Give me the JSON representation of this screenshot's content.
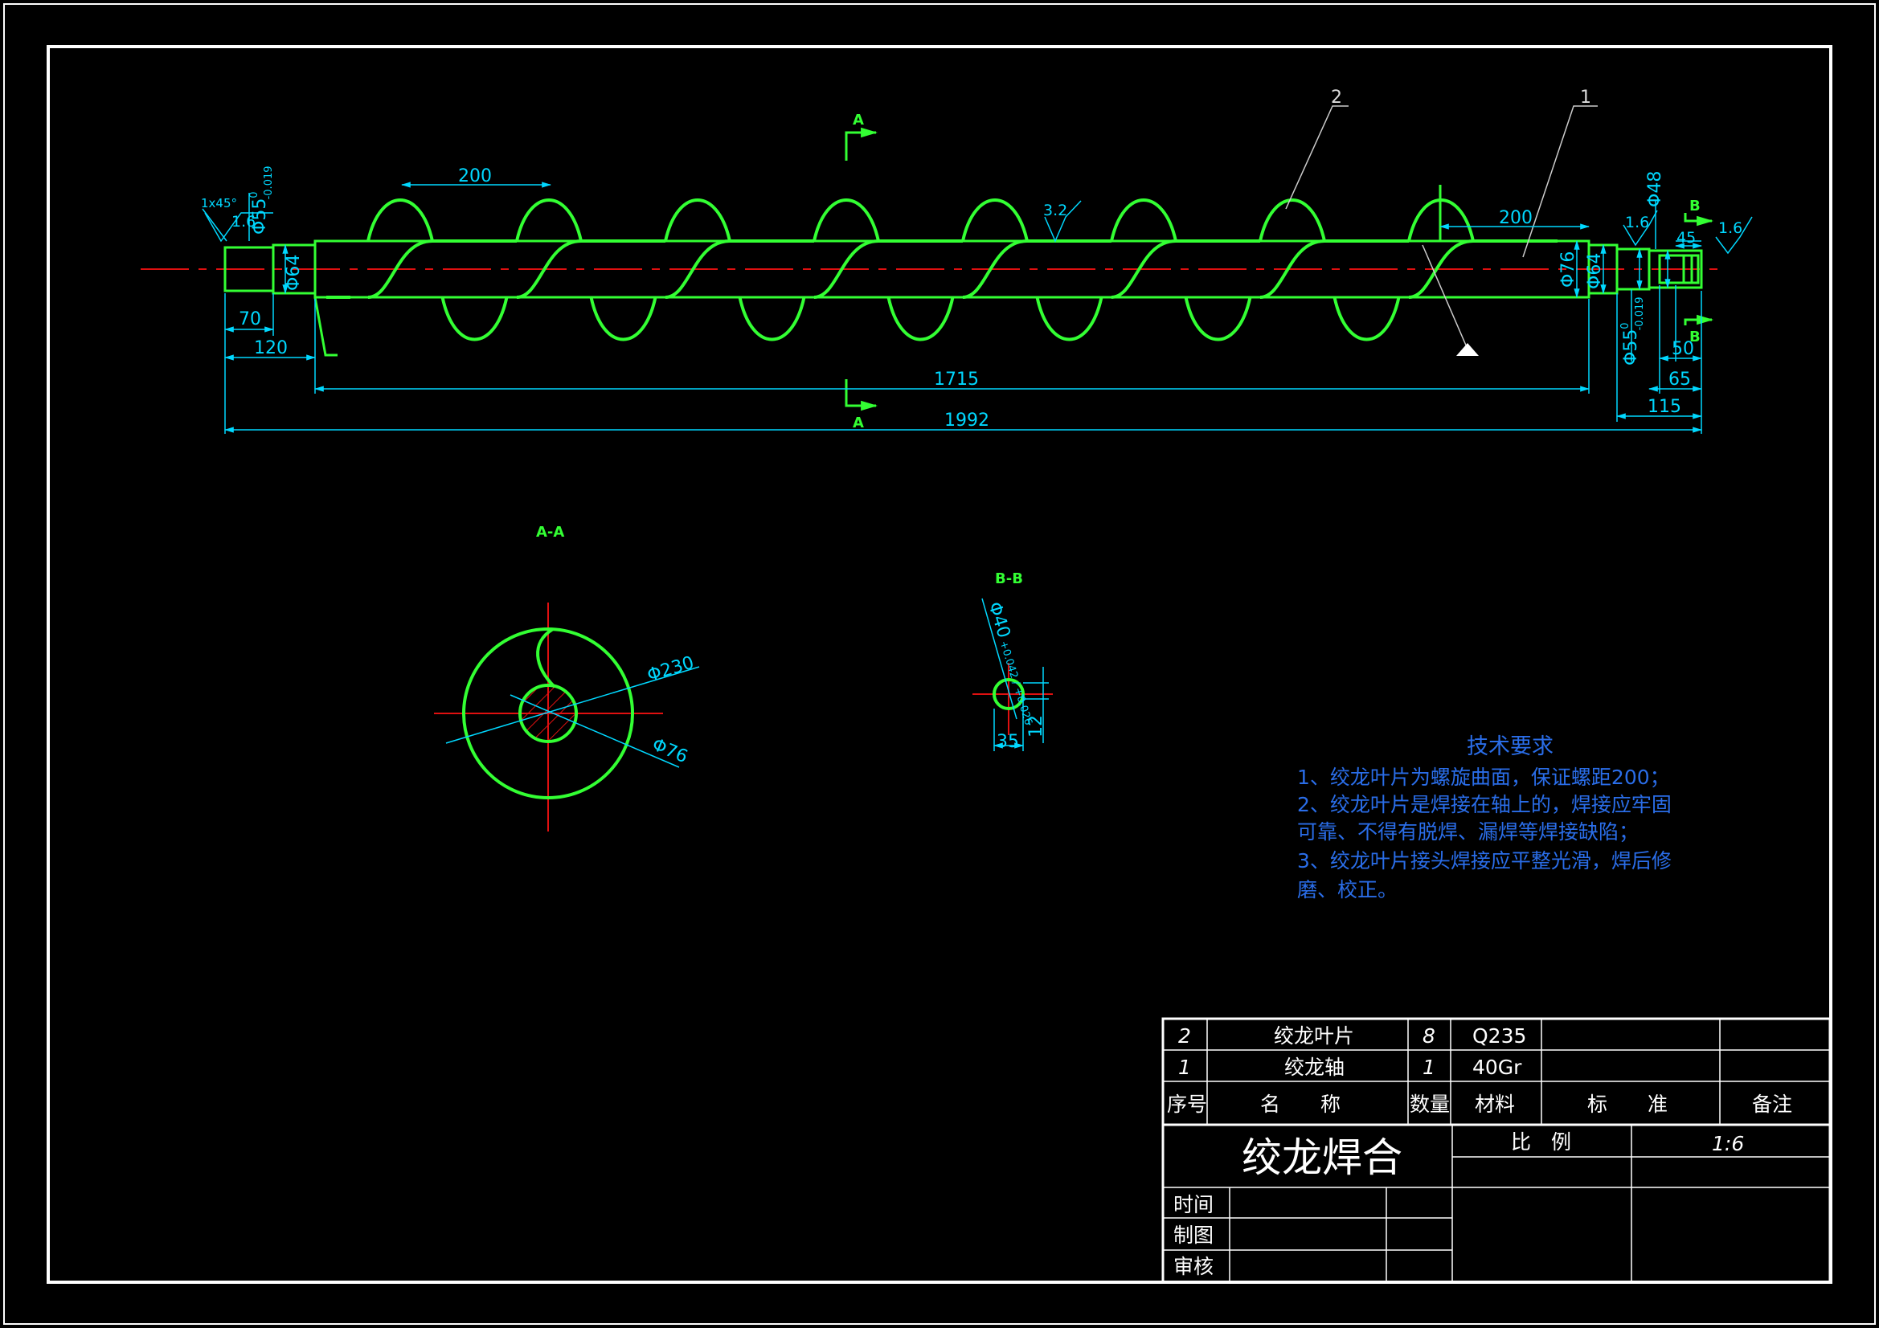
{
  "views": {
    "main": {
      "balloons": [
        "2",
        "1"
      ],
      "section_marker": "A",
      "section_marker_b": "B",
      "dimensions": {
        "chamfer": "1x45°",
        "rough_left": "1.6",
        "dia_left": "Φ55",
        "tol_left_up": "0",
        "tol_left_lo": "-0.019",
        "dia64_left": "Φ64",
        "pitch": "200",
        "rough_mid": "3.2",
        "len70": "70",
        "len120": "120",
        "len1715": "1715",
        "len1992": "1992",
        "len200_right": "200",
        "dia76": "Φ76",
        "dia64_right": "Φ64",
        "dia55_right": "Φ55",
        "tol_right_up": "0",
        "tol_right_lo": "-0.019",
        "dia48": "Φ48",
        "rough_right1": "1.6",
        "rough_right2": "1.6",
        "len45": "45",
        "len50": "50",
        "len65": "65",
        "len115": "115"
      }
    },
    "section_aa": {
      "title": "A-A",
      "outer_dia": "Φ230",
      "shaft_dia": "Φ76"
    },
    "section_bb": {
      "title": "B-B",
      "hole_dia": "Φ40",
      "tol": "+0.042 / +0.026",
      "depth": "12",
      "offset": "35"
    }
  },
  "tech_notes": {
    "title": "技术要求",
    "lines": [
      "1、绞龙叶片为螺旋曲面，保证螺距200；",
      "2、绞龙叶片是焊接在轴上的，焊接应牢固",
      "可靠、不得有脱焊、漏焊等焊接缺陷；",
      "3、绞龙叶片接头焊接应平整光滑，焊后修",
      "磨、校正。"
    ]
  },
  "bom": [
    {
      "no": "2",
      "name": "绞龙叶片",
      "qty": "8",
      "material": "Q235",
      "standard": "",
      "remark": ""
    },
    {
      "no": "1",
      "name": "绞龙轴",
      "qty": "1",
      "material": "40Gr",
      "standard": "",
      "remark": ""
    }
  ],
  "bom_header": {
    "no": "序号",
    "name": "名　　称",
    "qty": "数量",
    "material": "材料",
    "standard": "标　　准",
    "remark": "备注"
  },
  "title_block": {
    "drawing_title": "绞龙焊合",
    "scale_label": "比　例",
    "scale_value": "1:6",
    "roles": [
      "时间",
      "制图",
      "审核"
    ]
  },
  "colors": {
    "part": "#33ff33",
    "dimension": "#00d8ff",
    "centerline": "#e01010",
    "frame": "#ffffff",
    "notes": "#2a6de8"
  }
}
